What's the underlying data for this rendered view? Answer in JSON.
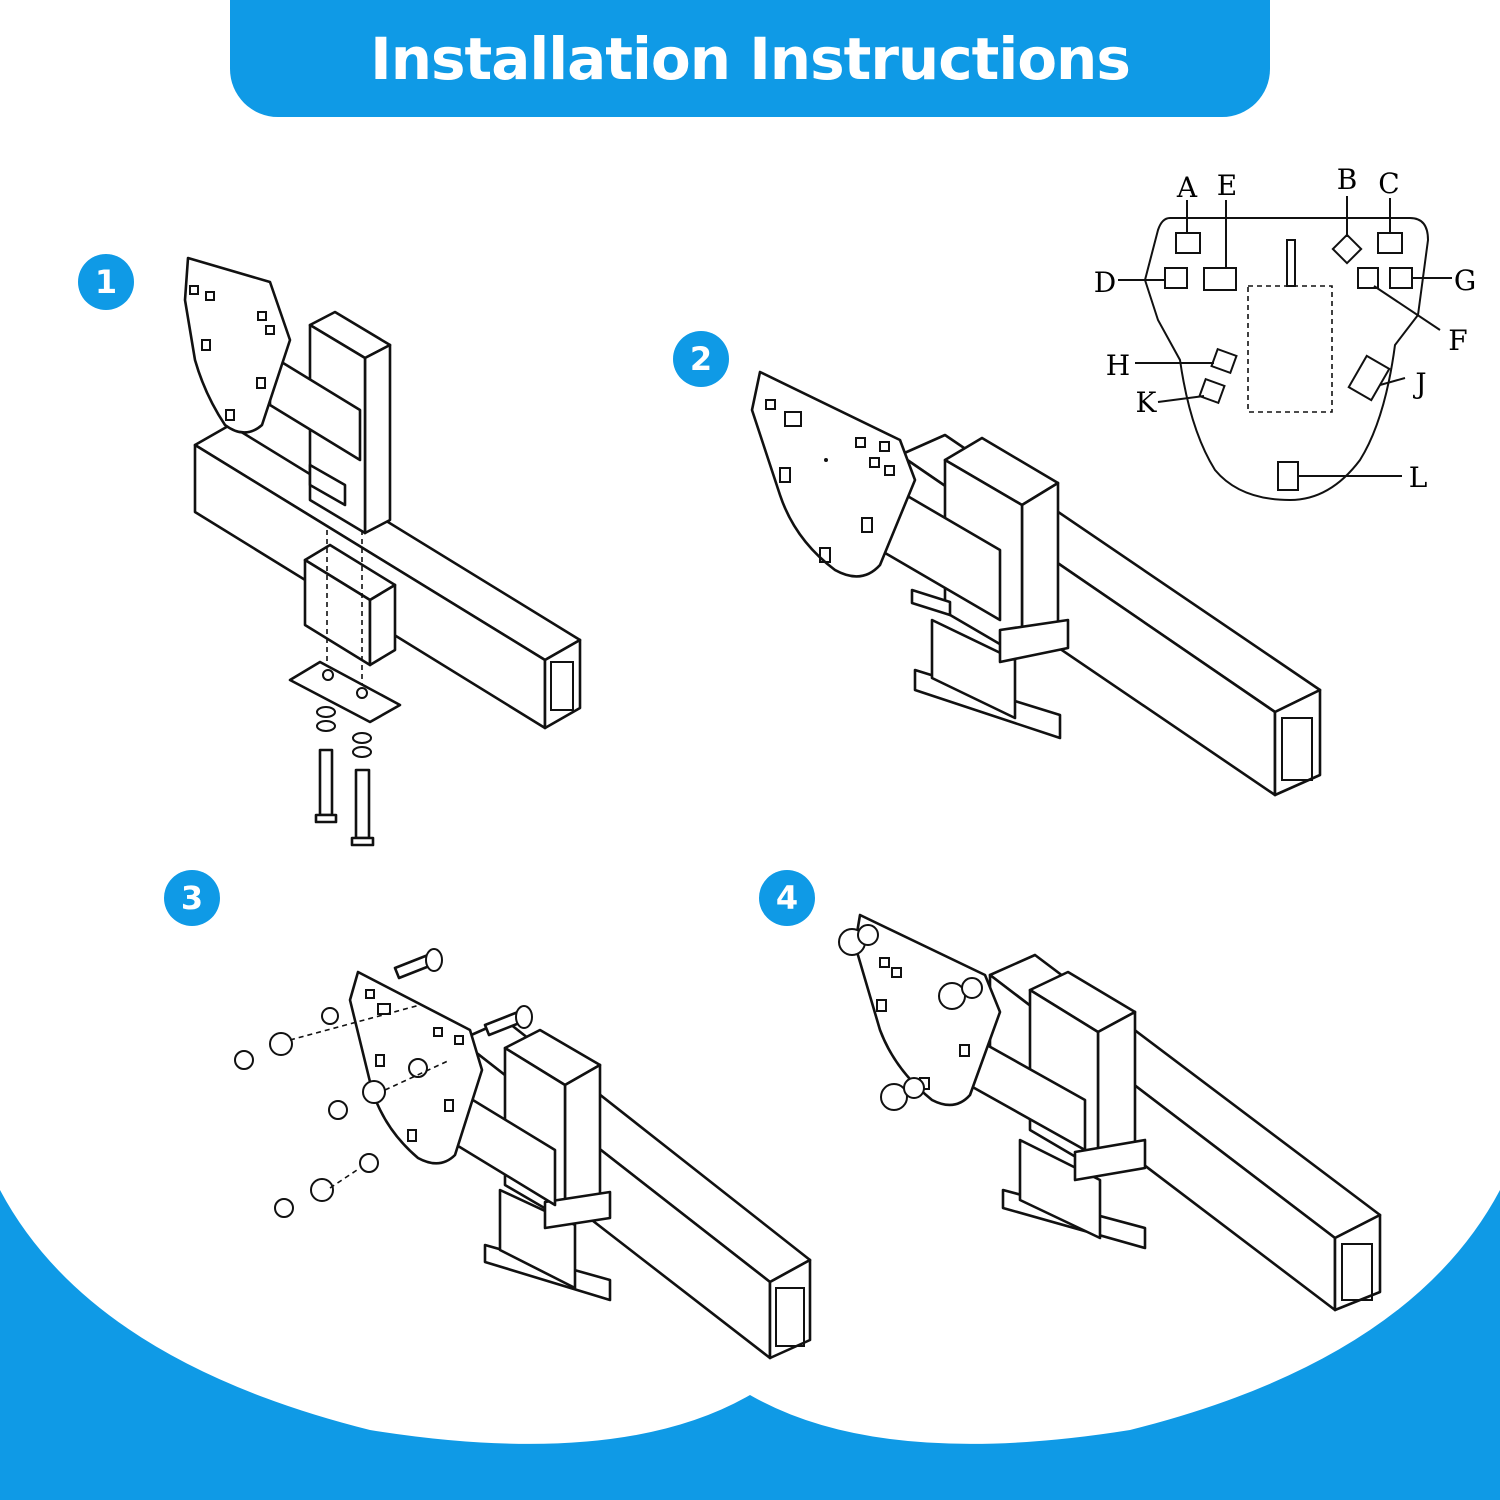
{
  "title": "Installation Instructions",
  "steps": [
    {
      "label": "1"
    },
    {
      "label": "2"
    },
    {
      "label": "3"
    },
    {
      "label": "4"
    }
  ],
  "plate_labels": [
    "A",
    "E",
    "B",
    "C",
    "D",
    "G",
    "F",
    "H",
    "J",
    "K",
    "L"
  ],
  "colors": {
    "accent": "#0f9ae6",
    "line": "#111111",
    "background": "#ffffff"
  }
}
